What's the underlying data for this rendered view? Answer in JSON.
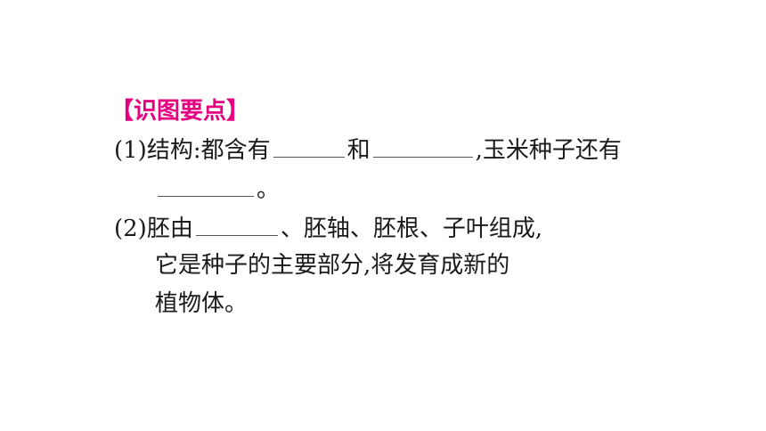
{
  "section": {
    "heading": "【识图要点】"
  },
  "items": [
    {
      "number": "(1)",
      "line1": {
        "part1": "结构:都含有",
        "part2": "和",
        "part3": ",玉米种子还有"
      },
      "line2": {
        "end": "。"
      }
    },
    {
      "number": "(2)",
      "line1": {
        "part1": "胚由",
        "part2": "、胚轴、胚根、子叶组成,"
      },
      "line2": "它是种子的主要部分,将发育成新的",
      "line3": "植物体。"
    }
  ]
}
